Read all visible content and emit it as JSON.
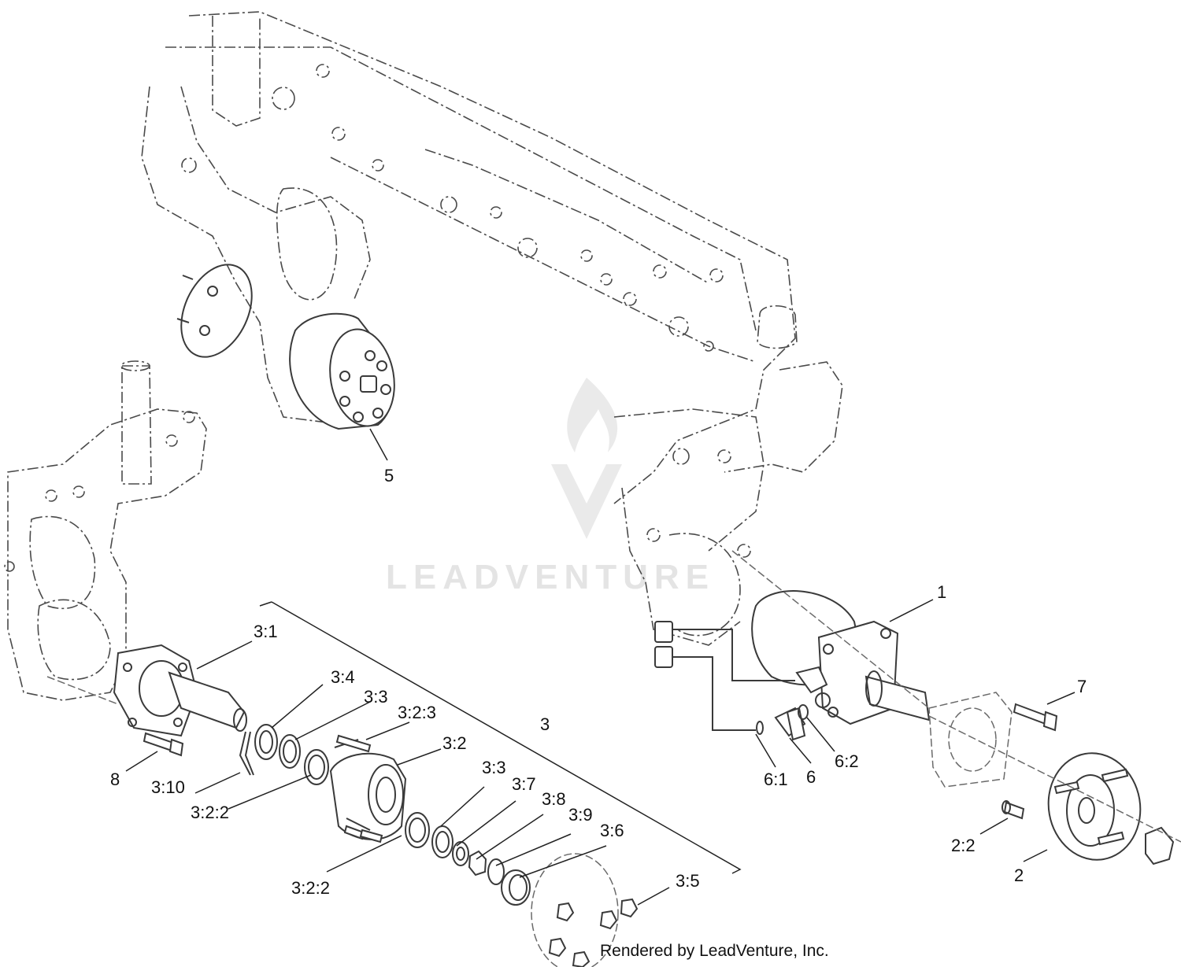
{
  "callouts": {
    "c1": "1",
    "c2": "2",
    "c2_2": "2:2",
    "c3": "3",
    "c3_1": "3:1",
    "c3_2": "3:2",
    "c3_2_2a": "3:2:2",
    "c3_2_2b": "3:2:2",
    "c3_2_3": "3:2:3",
    "c3_3a": "3:3",
    "c3_3b": "3:3",
    "c3_4": "3:4",
    "c3_5": "3:5",
    "c3_6": "3:6",
    "c3_7": "3:7",
    "c3_8": "3:8",
    "c3_9": "3:9",
    "c3_10": "3:10",
    "c5": "5",
    "c6": "6",
    "c6_1": "6:1",
    "c6_2": "6:2",
    "c7": "7",
    "c8": "8"
  },
  "watermark": "LEADVENTURE",
  "credit": "Rendered by LeadVenture, Inc."
}
